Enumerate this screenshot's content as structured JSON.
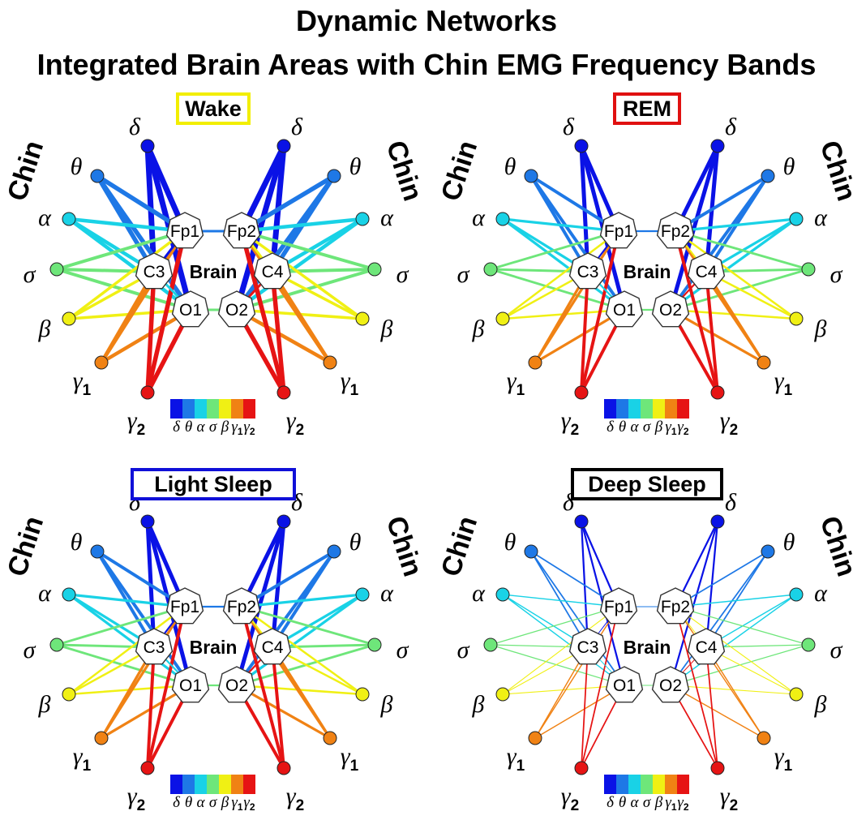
{
  "title": {
    "line1": "Dynamic Networks",
    "line2": "Integrated Brain Areas with Chin EMG Frequency Bands"
  },
  "band_colors": [
    "#0a12e6",
    "#1e78e6",
    "#19d2e6",
    "#6ee67a",
    "#f0f014",
    "#f08214",
    "#e61414"
  ],
  "brain_label": "Brain",
  "chin_label": "Chin",
  "brain_nodes": [
    "Fp1",
    "C3",
    "O1",
    "Fp2",
    "C4",
    "O2"
  ],
  "bands": [
    {
      "symbol": "δ",
      "sub": ""
    },
    {
      "symbol": "θ",
      "sub": ""
    },
    {
      "symbol": "α",
      "sub": ""
    },
    {
      "symbol": "σ",
      "sub": ""
    },
    {
      "symbol": "β",
      "sub": ""
    },
    {
      "symbol": "γ",
      "sub": "1"
    },
    {
      "symbol": "γ",
      "sub": "2"
    }
  ],
  "panels": [
    {
      "state": "Wake",
      "frame_color": "#f2ee00",
      "link_strength": "strong"
    },
    {
      "state": "REM",
      "frame_color": "#e01010",
      "link_strength": "medium"
    },
    {
      "state": "Light Sleep",
      "frame_color": "#1010d8",
      "link_strength": "medium"
    },
    {
      "state": "Deep Sleep",
      "frame_color": "#000000",
      "link_strength": "weak"
    }
  ]
}
